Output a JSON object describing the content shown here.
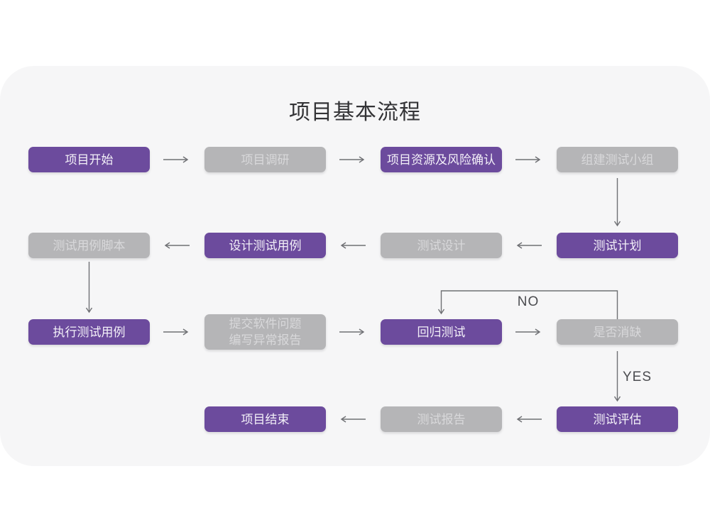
{
  "title": "项目基本流程",
  "colors": {
    "node_purple": "#6c4b9d",
    "node_gray": "#b5b5b7",
    "node_text_on_purple": "#f3f0f8",
    "node_text_on_gray": "#d8d8da",
    "arrow": "#6f7074",
    "card_bg": "#f6f6f7",
    "page_bg": "#ffffff",
    "title_text": "#333336",
    "edge_label_text": "#4b4c50"
  },
  "flowchart": {
    "nodes": [
      {
        "id": "project-start",
        "label": "项目开始",
        "variant": "purple"
      },
      {
        "id": "project-research",
        "label": "项目调研",
        "variant": "gray"
      },
      {
        "id": "project-resources-risk",
        "label": "项目资源及风险确认",
        "variant": "purple"
      },
      {
        "id": "build-test-team",
        "label": "组建测试小组",
        "variant": "gray"
      },
      {
        "id": "test-case-script",
        "label": "测试用例脚本",
        "variant": "gray"
      },
      {
        "id": "design-test-cases",
        "label": "设计测试用例",
        "variant": "purple"
      },
      {
        "id": "test-design",
        "label": "测试设计",
        "variant": "gray"
      },
      {
        "id": "test-plan",
        "label": "测试计划",
        "variant": "purple"
      },
      {
        "id": "execute-test-cases",
        "label": "执行测试用例",
        "variant": "purple"
      },
      {
        "id": "submit-issues-report",
        "label": "提交软件问题\n编写异常报告",
        "variant": "gray"
      },
      {
        "id": "regression-test",
        "label": "回归测试",
        "variant": "purple"
      },
      {
        "id": "defect-resolved",
        "label": "是否消缺",
        "variant": "gray"
      },
      {
        "id": "project-end",
        "label": "项目结束",
        "variant": "purple"
      },
      {
        "id": "test-report",
        "label": "测试报告",
        "variant": "gray"
      },
      {
        "id": "test-evaluation",
        "label": "测试评估",
        "variant": "purple"
      }
    ],
    "edge_labels": {
      "no": "NO",
      "yes": "YES"
    }
  }
}
